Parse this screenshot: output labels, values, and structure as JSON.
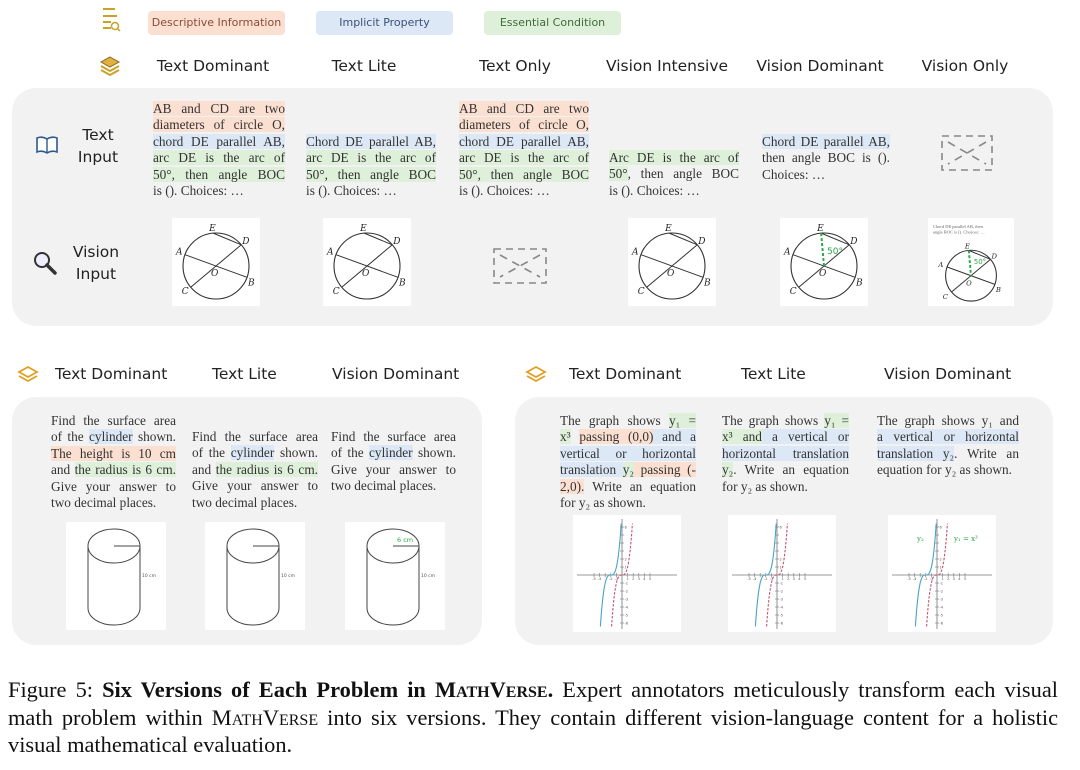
{
  "legend": {
    "descriptive": "Descriptive Information",
    "implicit": "Implicit Property",
    "essential": "Essential Condition"
  },
  "colors": {
    "descriptive": "#fbe0d2",
    "implicit": "#dce8f6",
    "essential": "#def0d9",
    "panel": "#f2f2f2",
    "green_annotation": "#2aa84a",
    "curve_blue": "#4aa3c8",
    "curve_red": "#c8506a"
  },
  "versions": [
    "Text Dominant",
    "Text Lite",
    "Text Only",
    "Vision Intensive",
    "Vision Dominant",
    "Vision Only"
  ],
  "rows": {
    "text_input": [
      "Text",
      "Input"
    ],
    "vision_input": [
      "Vision",
      "Input"
    ]
  },
  "top_texts": [
    [
      [
        [
          "AB and CD are two",
          "d"
        ]
      ],
      [
        [
          "diameters of circle O,",
          "d"
        ]
      ],
      [
        [
          "chord DE parallel AB,",
          "i"
        ]
      ],
      [
        [
          "arc DE is the arc of",
          "e"
        ]
      ],
      [
        [
          "50°, then angle BOC",
          "e"
        ]
      ],
      [
        [
          "is (). Choices: …",
          ""
        ]
      ]
    ],
    [
      [
        [
          "Chord DE parallel AB,",
          "i"
        ]
      ],
      [
        [
          "arc DE is the arc of",
          "e"
        ]
      ],
      [
        [
          "50°, then angle BOC",
          "e"
        ]
      ],
      [
        [
          "is (). Choices: …",
          ""
        ]
      ]
    ],
    [
      [
        [
          "AB and CD are two",
          "d"
        ]
      ],
      [
        [
          "diameters of circle O,",
          "d"
        ]
      ],
      [
        [
          "chord DE parallel AB,",
          "i"
        ]
      ],
      [
        [
          "arc DE is the arc of",
          "e"
        ]
      ],
      [
        [
          "50°, then angle BOC",
          "e"
        ]
      ],
      [
        [
          "is (). Choices: …",
          ""
        ]
      ]
    ],
    [
      [
        [
          "Arc DE is the arc of",
          "e"
        ]
      ],
      [
        [
          "50°",
          "e"
        ],
        [
          ", then angle BOC",
          ""
        ]
      ],
      [
        [
          "is (). Choices: …",
          ""
        ]
      ]
    ],
    [
      [
        [
          "Chord DE parallel AB,",
          "i"
        ]
      ],
      [
        [
          "then angle BOC is ().",
          ""
        ]
      ],
      [
        [
          "Choices: …",
          ""
        ]
      ]
    ]
  ],
  "circle": {
    "labels": [
      "A",
      "B",
      "C",
      "D",
      "E",
      "O"
    ],
    "angle_label": "50°",
    "vision_only_text": [
      "Chord DE parallel AB, then",
      "angle BOC is (). Choices: …"
    ]
  },
  "bottom_left": {
    "versions": [
      "Text Dominant",
      "Text Lite",
      "Vision Dominant"
    ],
    "texts": [
      [
        [
          [
            "Find the surface area",
            ""
          ]
        ],
        [
          [
            "of the ",
            ""
          ],
          [
            "cylinder",
            "i"
          ],
          [
            " shown.",
            ""
          ]
        ],
        [
          [
            "The height is 10 cm",
            "d"
          ]
        ],
        [
          [
            "and ",
            ""
          ],
          [
            "the radius is 6 cm.",
            "e"
          ]
        ],
        [
          [
            "Give your answer to",
            ""
          ]
        ],
        [
          [
            "two decimal places.",
            ""
          ]
        ]
      ],
      [
        [
          [
            "Find the surface area",
            ""
          ]
        ],
        [
          [
            "of the ",
            ""
          ],
          [
            "cylinder",
            "i"
          ],
          [
            " shown.",
            ""
          ]
        ],
        [
          [
            "and ",
            ""
          ],
          [
            "the radius is 6 cm.",
            "e"
          ]
        ],
        [
          [
            "Give your answer to",
            ""
          ]
        ],
        [
          [
            "two decimal places.",
            ""
          ]
        ]
      ],
      [
        [
          [
            "Find the surface area",
            ""
          ]
        ],
        [
          [
            "of the ",
            ""
          ],
          [
            "cylinder",
            "i"
          ],
          [
            " shown.",
            ""
          ]
        ],
        [
          [
            "Give your answer to",
            ""
          ]
        ],
        [
          [
            "two decimal places.",
            ""
          ]
        ]
      ]
    ],
    "height_label": "10 cm",
    "radius_label": "6 cm"
  },
  "bottom_right": {
    "versions": [
      "Text Dominant",
      "Text Lite",
      "Vision Dominant"
    ],
    "texts": [
      [
        [
          [
            "The graph shows ",
            ""
          ],
          [
            "y₁ =",
            "e"
          ]
        ],
        [
          [
            "x³",
            "e"
          ],
          [
            " ",
            ""
          ],
          [
            "passing (0,0)",
            "d"
          ],
          [
            " and a",
            "i"
          ]
        ],
        [
          [
            "vertical or horizontal",
            "i"
          ]
        ],
        [
          [
            "translation ",
            "i"
          ],
          [
            "y₂",
            "e"
          ],
          [
            " passing (-",
            "d"
          ]
        ],
        [
          [
            "2,0).",
            "d"
          ],
          [
            " Write an equation",
            ""
          ]
        ],
        [
          [
            "for y₂ as shown.",
            ""
          ]
        ]
      ],
      [
        [
          [
            "The graph shows ",
            ""
          ],
          [
            "y₁ =",
            "e"
          ]
        ],
        [
          [
            "x³ and",
            "e"
          ],
          [
            " a vertical or",
            "i"
          ]
        ],
        [
          [
            "horizontal translation",
            "i"
          ]
        ],
        [
          [
            "y₂",
            "e"
          ],
          [
            ". Write an equation",
            ""
          ]
        ],
        [
          [
            "for y₂ as shown.",
            ""
          ]
        ]
      ],
      [
        [
          [
            "The graph shows y₁ and",
            ""
          ]
        ],
        [
          [
            "a vertical or horizontal",
            "i"
          ]
        ],
        [
          [
            "translation y₂",
            "i"
          ],
          [
            ". Write an",
            ""
          ]
        ],
        [
          [
            "equation for y₂ as shown.",
            ""
          ]
        ]
      ]
    ],
    "x_ticks": [
      "-5",
      "-4",
      "-2",
      "-1",
      "1",
      "2",
      "3",
      "4",
      "5"
    ],
    "y_ticks": [
      "6",
      "2",
      "1",
      "-1",
      "-2",
      "-3",
      "-4",
      "-5",
      "-6"
    ],
    "y2_label": "y₂",
    "y1_label": "y₁ = x³"
  },
  "caption": {
    "prefix": "Figure 5: ",
    "title_a": "Six Versions of Each Problem in ",
    "title_sc": "MathVerse",
    "title_b": ".",
    "body_a": " Expert annotators meticulously transform each visual math problem within ",
    "body_sc": "MathVerse",
    "body_b": " into six versions.  They contain different vision-language content for a holistic visual mathematical evaluation."
  }
}
